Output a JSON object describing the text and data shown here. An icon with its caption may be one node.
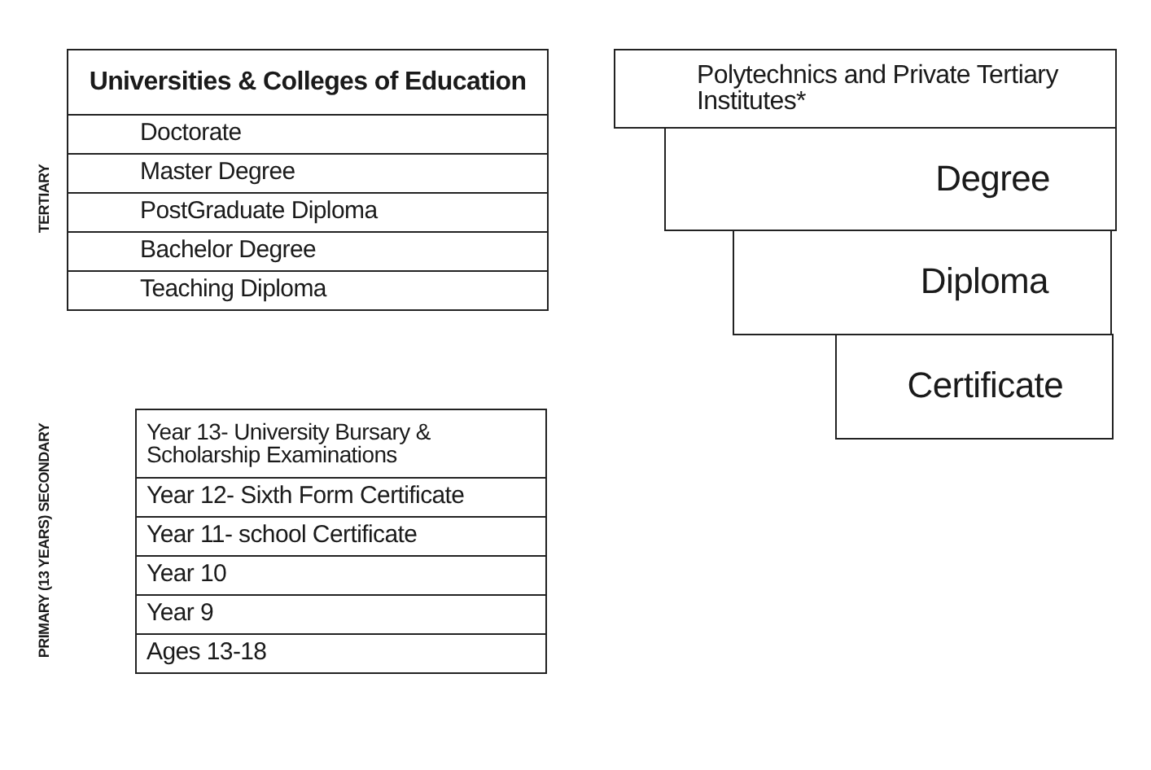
{
  "diagram": {
    "nodes": [
      {
        "text": [
          "Universities & Colleges of Education"
        ]
      },
      {
        "text": [
          "Doctorate"
        ]
      },
      {
        "text": [
          "Master Degree"
        ]
      },
      {
        "text": [
          "PostGraduate Diploma"
        ]
      },
      {
        "text": [
          "Bachelor Degree"
        ]
      },
      {
        "text": [
          "Teaching Diploma"
        ]
      },
      {
        "text": [
          "Year 13- University Bursary & Scholarship Examinations"
        ]
      },
      {
        "text": [
          "Year 12- Sixth Form Certificate"
        ]
      },
      {
        "text": [
          "Year 11- school Certificate"
        ]
      },
      {
        "text": [
          "Year 10"
        ]
      },
      {
        "text": [
          "Year 9"
        ]
      },
      {
        "text": [
          "Ages 13-18"
        ]
      },
      {
        "text": [
          "Polytechnics and Private Tertiary Institutes*"
        ]
      },
      {
        "text": [
          "Degree"
        ]
      },
      {
        "text": [
          "Diploma"
        ]
      },
      {
        "text": [
          "Certificate"
        ]
      }
    ],
    "labels": [
      "TERTIARY",
      "PRIMARY (13 YEARS)  SECONDARY"
    ]
  }
}
